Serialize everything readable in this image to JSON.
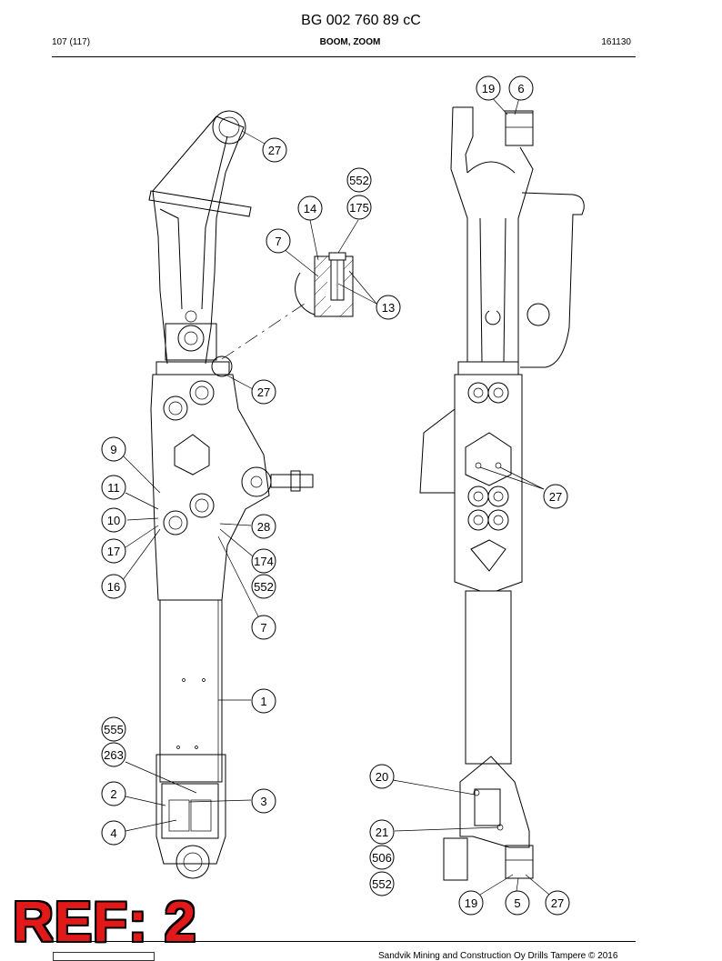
{
  "document": {
    "title": "BG 002 760 89 cC",
    "page": "107 (117)",
    "section": "BOOM, ZOOM",
    "date_code": "161130"
  },
  "footer": {
    "copyright": "Sandvik Mining and Construction Oy Drills Tampere © 2016"
  },
  "stamp": {
    "text": "REF: 2",
    "color": "#e11919"
  },
  "callouts": [
    "19",
    "6",
    "27",
    "552",
    "175",
    "14",
    "7",
    "13",
    "27",
    "9",
    "11",
    "10",
    "17",
    "16",
    "28",
    "174",
    "552",
    "7",
    "1",
    "555",
    "263",
    "2",
    "3",
    "4",
    "27",
    "20",
    "21",
    "506",
    "552",
    "19",
    "5",
    "27"
  ]
}
